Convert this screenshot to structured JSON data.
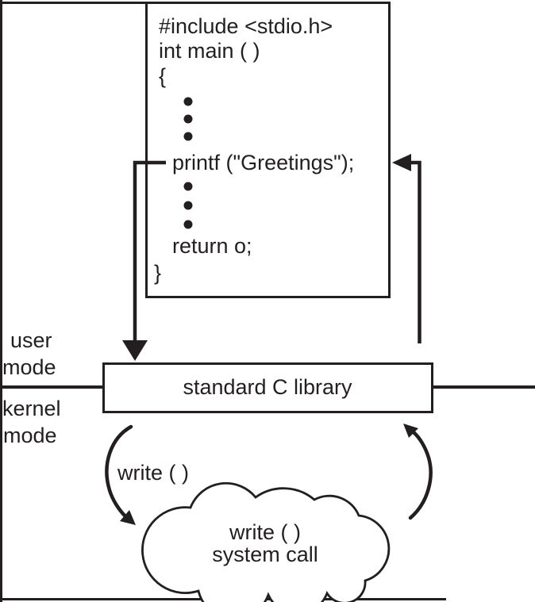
{
  "figure": {
    "program": {
      "include_line": "#include <stdio.h>",
      "main_line": "int main ( )",
      "open_brace": "{",
      "printf_line": "printf (\"Greetings\");",
      "return_line": "return o;",
      "close_brace": "}"
    },
    "modes": {
      "user_line1": "user",
      "user_line2": "mode",
      "kernel_line1": "kernel",
      "kernel_line2": "mode"
    },
    "library_label": "standard C library",
    "call_arrow_label": "write ( )",
    "cloud": {
      "line1": "write ( )",
      "line2": "system call"
    },
    "colors": {
      "ink": "#231f20",
      "background": "#ffffff"
    }
  }
}
